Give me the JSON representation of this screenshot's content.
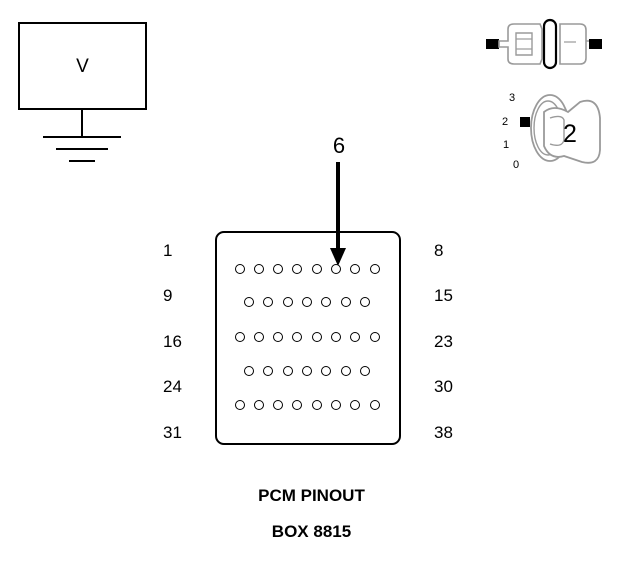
{
  "meter": {
    "label": "V",
    "icon": "voltmeter-ground-icon"
  },
  "connector_icon": "connector-disconnect-icon",
  "ignition": {
    "icon": "ignition-key-icon",
    "positions": [
      "3",
      "2",
      "1",
      "0"
    ],
    "selected": "2"
  },
  "pinout": {
    "highlight_pin": "6",
    "rows": [
      {
        "left": "1",
        "right": "8",
        "count": 8
      },
      {
        "left": "9",
        "right": "15",
        "count": 7
      },
      {
        "left": "16",
        "right": "23",
        "count": 8
      },
      {
        "left": "24",
        "right": "30",
        "count": 7
      },
      {
        "left": "31",
        "right": "38",
        "count": 8
      }
    ]
  },
  "title": {
    "line1": "PCM PINOUT",
    "line2": "BOX 8815"
  }
}
